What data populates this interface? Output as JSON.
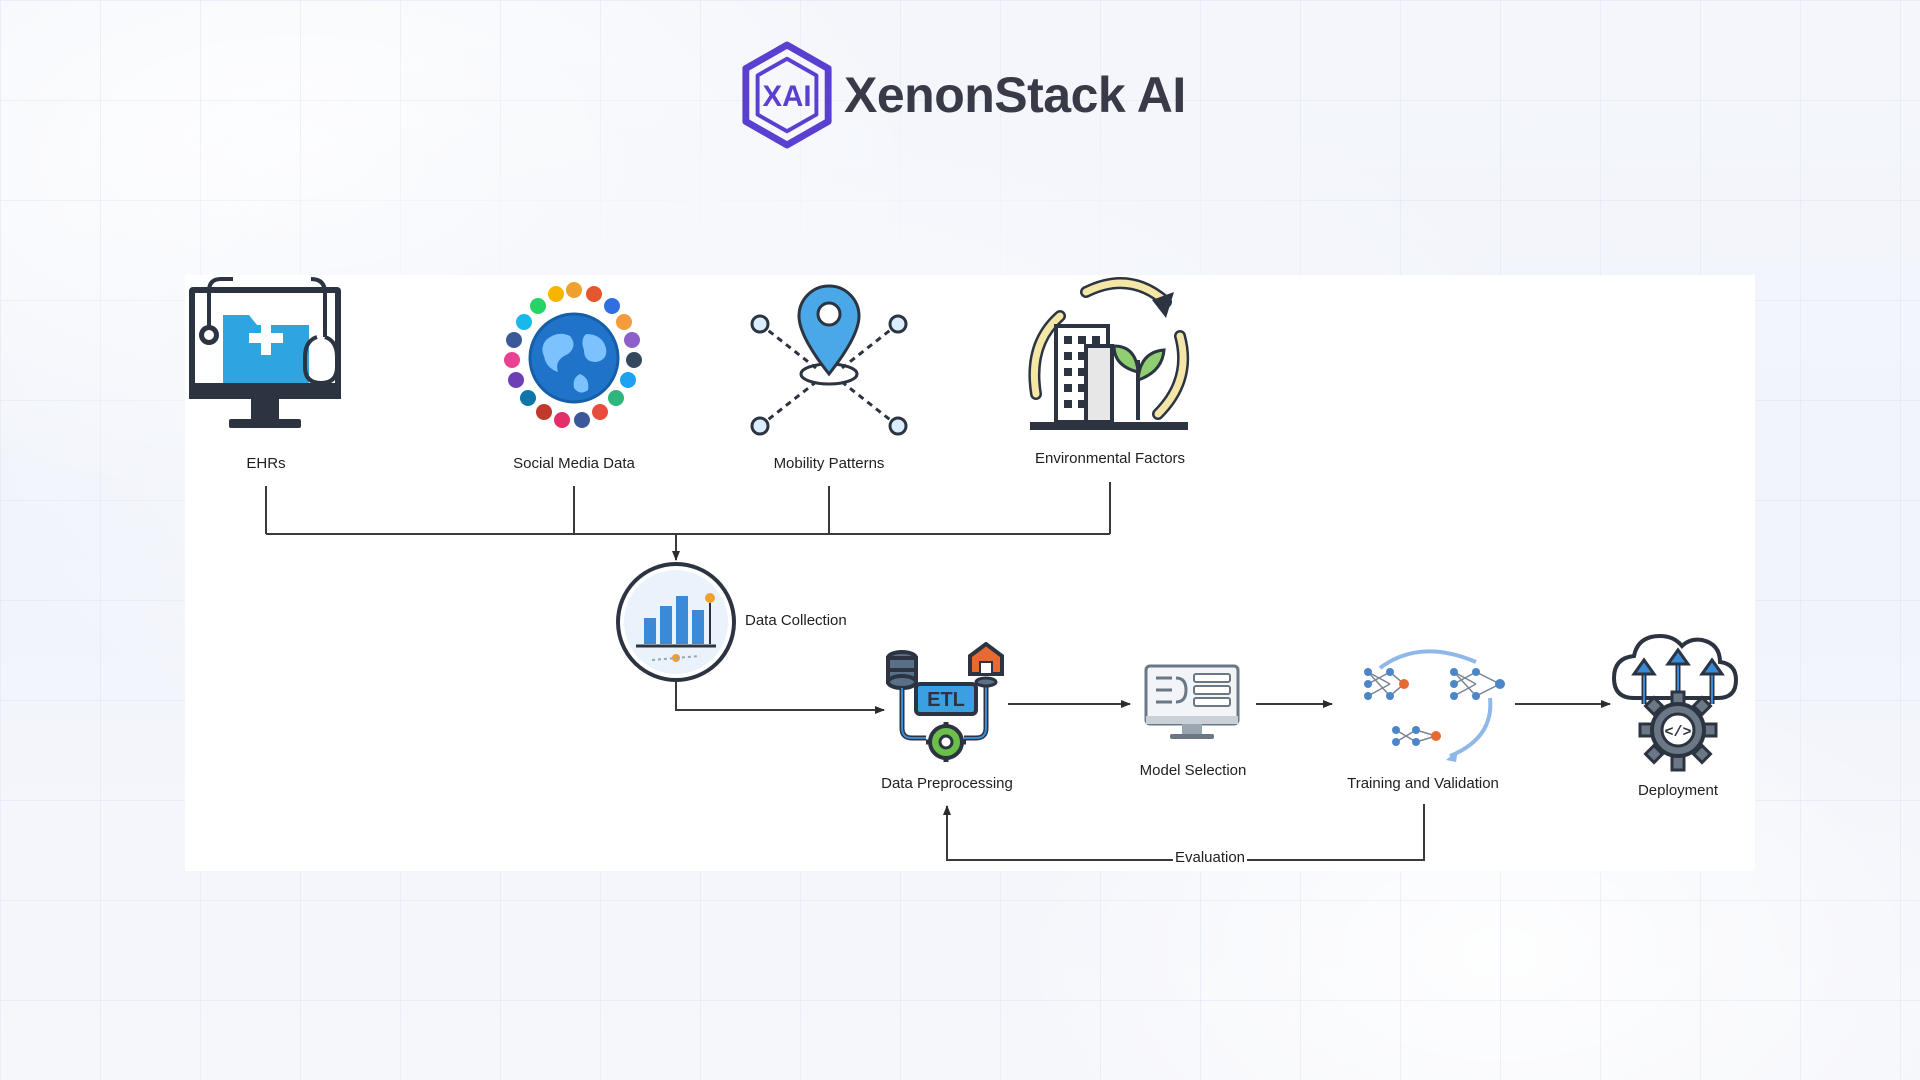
{
  "brand": {
    "name": "XenonStack AI",
    "mark_text": "XAI",
    "color": "#5b3fd0"
  },
  "diagram": {
    "sources": [
      {
        "label": "EHRs",
        "icon": "medical-monitor-icon"
      },
      {
        "label": "Social Media Data",
        "icon": "social-globe-icon"
      },
      {
        "label": "Mobility Patterns",
        "icon": "location-network-icon"
      },
      {
        "label": "Environmental Factors",
        "icon": "environment-building-icon"
      }
    ],
    "collection": {
      "label": "Data Collection",
      "icon": "chart-circle-icon"
    },
    "pipeline": [
      {
        "label": "Data Preprocessing",
        "icon": "etl-icon"
      },
      {
        "label": "Model Selection",
        "icon": "model-screen-icon"
      },
      {
        "label": "Training and Validation",
        "icon": "neural-network-icon"
      },
      {
        "label": "Deployment",
        "icon": "cloud-gear-icon"
      }
    ],
    "feedback_label": "Evaluation",
    "colors": {
      "line": "#3a3a3a",
      "blue": "#2f8fd8",
      "dark": "#2b3440",
      "green": "#4caf50",
      "orange": "#e86a33"
    }
  }
}
